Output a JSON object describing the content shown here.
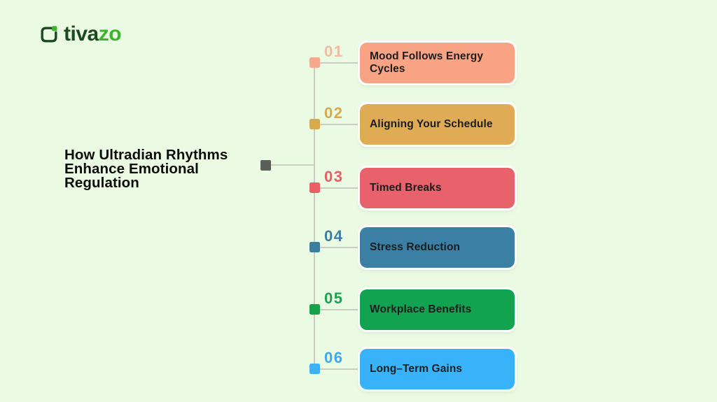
{
  "page": {
    "background_color": "#EBFAE2"
  },
  "logo": {
    "brand_prefix": "tiva",
    "brand_suffix": "zo",
    "prefix_color": "#1B4A22",
    "suffix_color": "#3CB42D",
    "icon": "tivazo-mark-icon"
  },
  "title": {
    "text": "How Ultradian Rhythms Enhance Emotional Regulation",
    "lines": [
      "How Ultradian Rhythms",
      "Enhance Emotional",
      "Regulation"
    ],
    "color": "#0C0C0C",
    "node_color": "#5A5F58"
  },
  "timeline": {
    "line_color": "#C9CFC0",
    "card_text_color": "#1D1D1F",
    "items": [
      {
        "number": "01",
        "label": "Mood Follows Energy Cycles",
        "card_color": "#F8A484",
        "marker_color": "#F5A98B",
        "number_color": "#F0BC9E"
      },
      {
        "number": "02",
        "label": "Aligning Your Schedule",
        "card_color": "#DFAC55",
        "marker_color": "#D9A94E",
        "number_color": "#D9A94E"
      },
      {
        "number": "03",
        "label": "Timed Breaks",
        "card_color": "#E7626B",
        "marker_color": "#E85F66",
        "number_color": "#E85F66"
      },
      {
        "number": "04",
        "label": "Stress Reduction",
        "card_color": "#3B80A4",
        "marker_color": "#3A7FA2",
        "number_color": "#3A7FA2"
      },
      {
        "number": "05",
        "label": "Workplace Benefits",
        "card_color": "#12A351",
        "marker_color": "#16A14B",
        "number_color": "#1BA551"
      },
      {
        "number": "06",
        "label": "Long–Term Gains",
        "card_color": "#38B2F8",
        "marker_color": "#3CB1F4",
        "number_color": "#3FA9EE"
      }
    ]
  }
}
